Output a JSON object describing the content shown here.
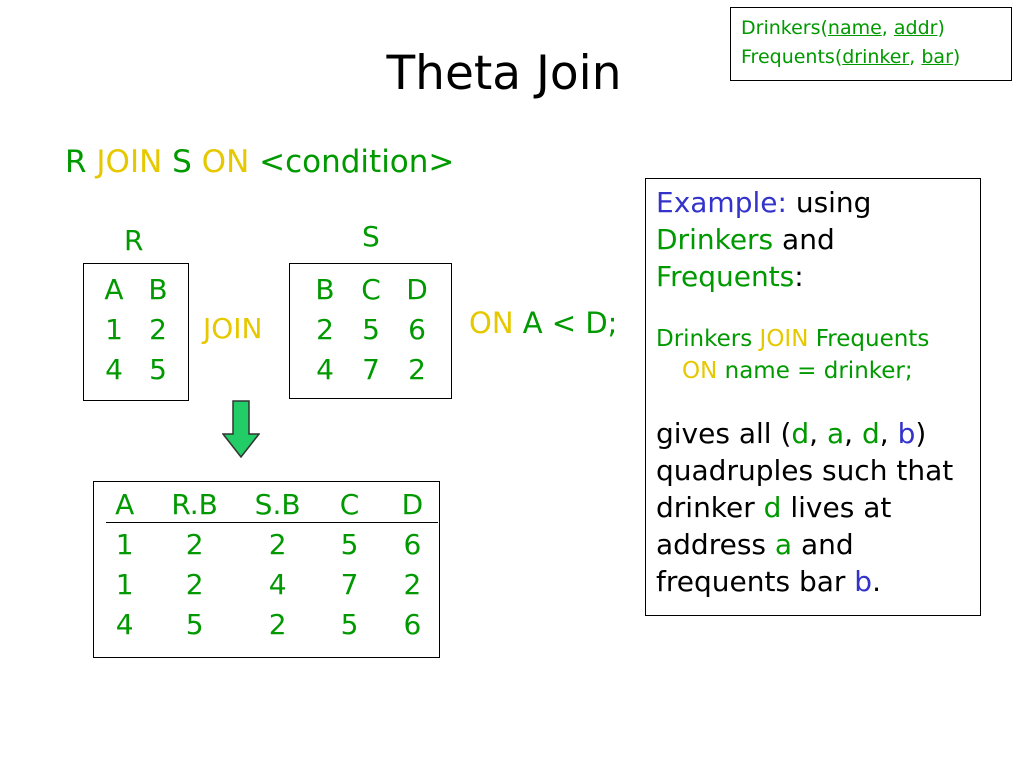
{
  "schema": {
    "line1_prefix": "Drinkers(",
    "line1_attr1": "name",
    "line1_sep": ", ",
    "line1_attr2": "addr",
    "line1_suffix": ")",
    "line2_prefix": "Frequents(",
    "line2_attr1": "drinker",
    "line2_sep": ", ",
    "line2_attr2": "bar",
    "line2_suffix": ")"
  },
  "title": "Theta Join",
  "syntax": {
    "r": "R ",
    "join": "JOIN",
    "s": " S ",
    "on": "ON",
    "cond": " <condition>"
  },
  "r_label": "R",
  "s_label": "S",
  "r_table": {
    "headers": [
      "A",
      "B"
    ],
    "rows": [
      [
        "1",
        "2"
      ],
      [
        "4",
        "5"
      ]
    ]
  },
  "s_table": {
    "headers": [
      "B",
      "C",
      "D"
    ],
    "rows": [
      [
        "2",
        "5",
        "6"
      ],
      [
        "4",
        "7",
        "2"
      ]
    ]
  },
  "join_word": "JOIN",
  "on_condition": {
    "on": "ON",
    "cond": " A < D;"
  },
  "result_table": {
    "headers": [
      "A",
      "R.B",
      "S.B",
      "C",
      "D"
    ],
    "rows": [
      [
        "1",
        "2",
        "2",
        "5",
        "6"
      ],
      [
        "1",
        "2",
        "4",
        "7",
        "2"
      ],
      [
        "4",
        "5",
        "2",
        "5",
        "6"
      ]
    ]
  },
  "example": {
    "p1": {
      "example_word": "Example:",
      "using": " using",
      "drinkers": "Drinkers",
      "and": " and",
      "frequents": "Frequents",
      "colon": ":"
    },
    "p2": {
      "drinkers": "Drinkers ",
      "join": "JOIN",
      "frequents": " Frequents",
      "on": "ON",
      "cond": " name = drinker;"
    },
    "p3": {
      "t1": "gives all (",
      "d": "d",
      "c1": ", ",
      "a": "a",
      "c2": ", ",
      "d2": "d",
      "c3": ", ",
      "b": "b",
      "t2": ") quadruples such that drinker ",
      "d3": "d",
      "t3": " lives at address ",
      "a2": "a",
      "t4": " and frequents bar ",
      "b2": "b",
      "t5": "."
    }
  },
  "colors": {
    "green": "#009900",
    "yellow": "#e6c800",
    "blue": "#3333cc",
    "arrow_fill": "#22cc66"
  },
  "icons": {
    "down_arrow": "down-arrow-icon"
  }
}
